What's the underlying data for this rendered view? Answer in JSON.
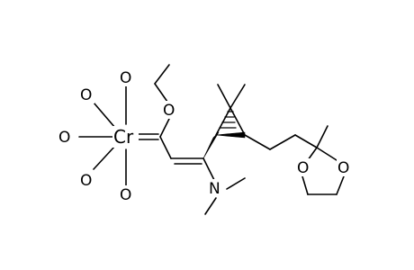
{
  "molecule": {
    "atoms": {
      "metal": "Cr",
      "oxygen": "O",
      "nitrogen": "N"
    }
  }
}
